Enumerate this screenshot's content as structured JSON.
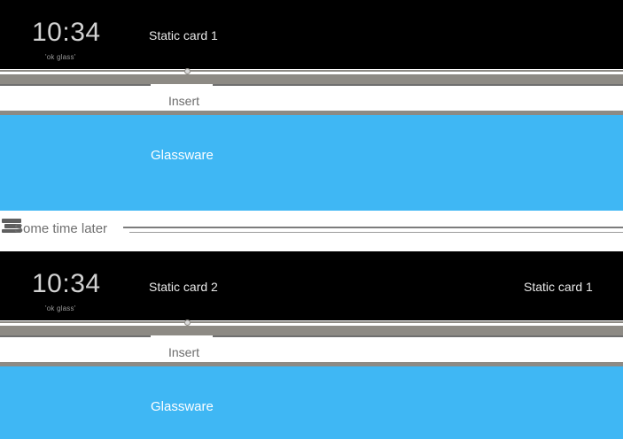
{
  "theme": {
    "black_card_bg": "#000000",
    "grey_strip": "#8d8a84",
    "glassware_blue": "#3fb7f4",
    "insert_bg": "#ffffff",
    "clock_color": "#d2d2d2",
    "label_color": "#e8e8e8",
    "insert_text_color": "#6b6b6b",
    "divider_text_color": "#6f6f6f"
  },
  "timeline": {
    "sections": [
      {
        "id": "before",
        "glass_card": {
          "clock": "10:34",
          "voice_prompt": "'ok glass'",
          "cards": [
            {
              "label": "Static card 1",
              "position": "center"
            }
          ]
        },
        "insert": {
          "label": "Insert"
        },
        "glassware": {
          "label": "Glassware"
        }
      },
      {
        "id": "after",
        "glass_card": {
          "clock": "10:34",
          "voice_prompt": "'ok glass'",
          "cards": [
            {
              "label": "Static card 2",
              "position": "center"
            },
            {
              "label": "Static card 1",
              "position": "right"
            }
          ]
        },
        "insert": {
          "label": "Insert"
        },
        "glassware": {
          "label": "Glassware"
        }
      }
    ],
    "divider": {
      "label": "Some time later",
      "icon": "clock-history-icon"
    }
  }
}
